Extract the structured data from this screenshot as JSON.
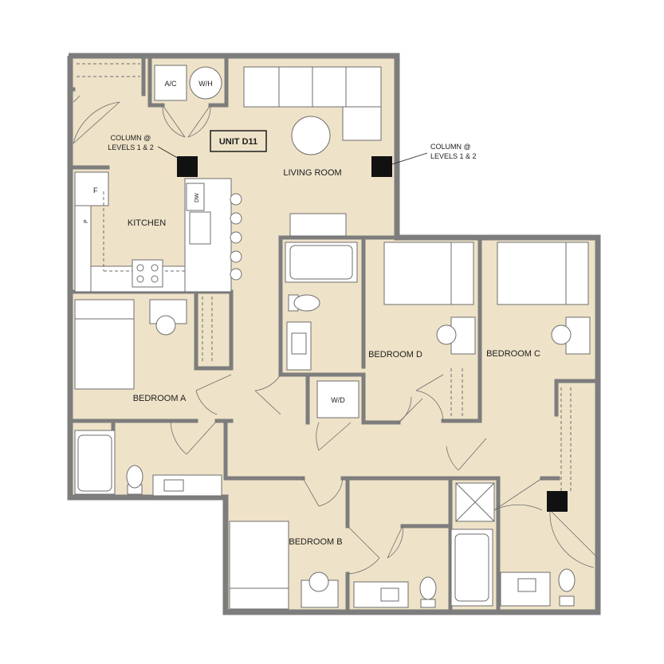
{
  "plan": {
    "unit_label": "UNIT D11",
    "rooms": {
      "living_room": "LIVING ROOM",
      "kitchen": "KITCHEN",
      "bedroom_a": "BEDROOM A",
      "bedroom_b": "BEDROOM B",
      "bedroom_c": "BEDROOM C",
      "bedroom_d": "BEDROOM D"
    },
    "fixtures": {
      "ac": "A/C",
      "wh": "W/H",
      "wd": "W/D",
      "dw": "DW",
      "fridge": "F",
      "pantry": "P"
    },
    "column_notes": {
      "left_line1": "COLUMN @",
      "left_line2": "LEVELS 1 & 2",
      "right_line1": "COLUMN @",
      "right_line2": "LEVELS 1 & 2"
    },
    "colors": {
      "floor": "#eee2c8",
      "wall": "#7d7d7d",
      "fixture": "#ffffff",
      "column": "#111111"
    }
  }
}
